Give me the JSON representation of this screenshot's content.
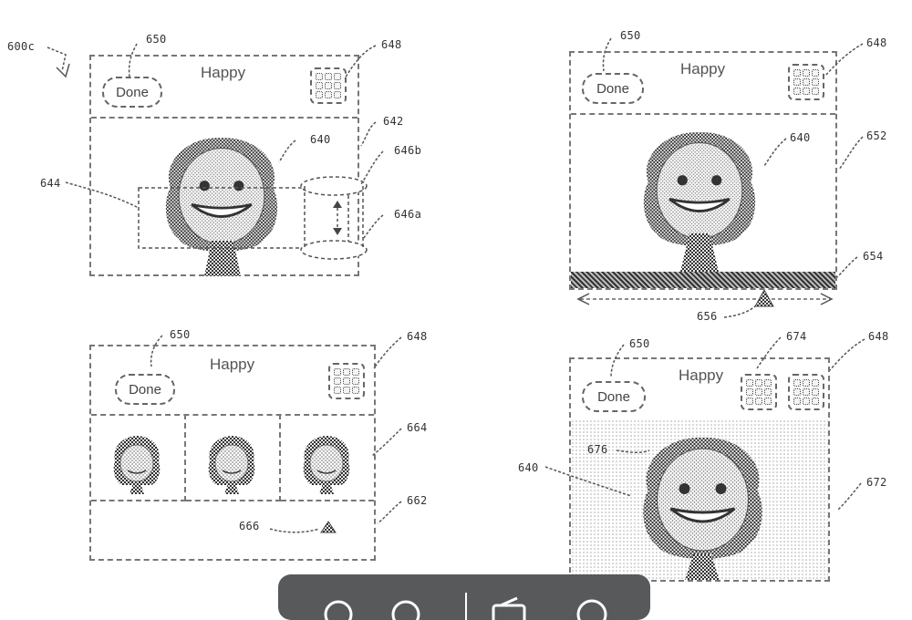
{
  "figure_label": "600c",
  "panels": {
    "tl": {
      "title": "Happy",
      "done_label": "Done"
    },
    "tr": {
      "title": "Happy",
      "done_label": "Done"
    },
    "bl": {
      "title": "Happy",
      "done_label": "Done"
    },
    "br": {
      "title": "Happy",
      "done_label": "Done"
    }
  },
  "labels": {
    "tl": {
      "done": "650",
      "grid": "648",
      "avatar": "640",
      "frame": "642",
      "bbox": "644",
      "cyl_top": "646b",
      "cyl_bottom": "646a"
    },
    "tr": {
      "done": "650",
      "grid": "648",
      "avatar": "640",
      "frame": "652",
      "slider": "654",
      "thumb": "656"
    },
    "bl": {
      "done": "650",
      "grid": "648",
      "row": "664",
      "strip": "662",
      "marker": "666"
    },
    "br": {
      "done": "650",
      "grid2": "674",
      "grid": "648",
      "avatar": "640",
      "hair": "676",
      "frame": "672"
    }
  },
  "colors": {
    "line": "#777777",
    "text": "#555555",
    "toolbar": "#58595b"
  },
  "toolbar_icons": [
    "zoom-out-icon",
    "zoom-in-icon",
    "share-icon",
    "info-icon"
  ]
}
